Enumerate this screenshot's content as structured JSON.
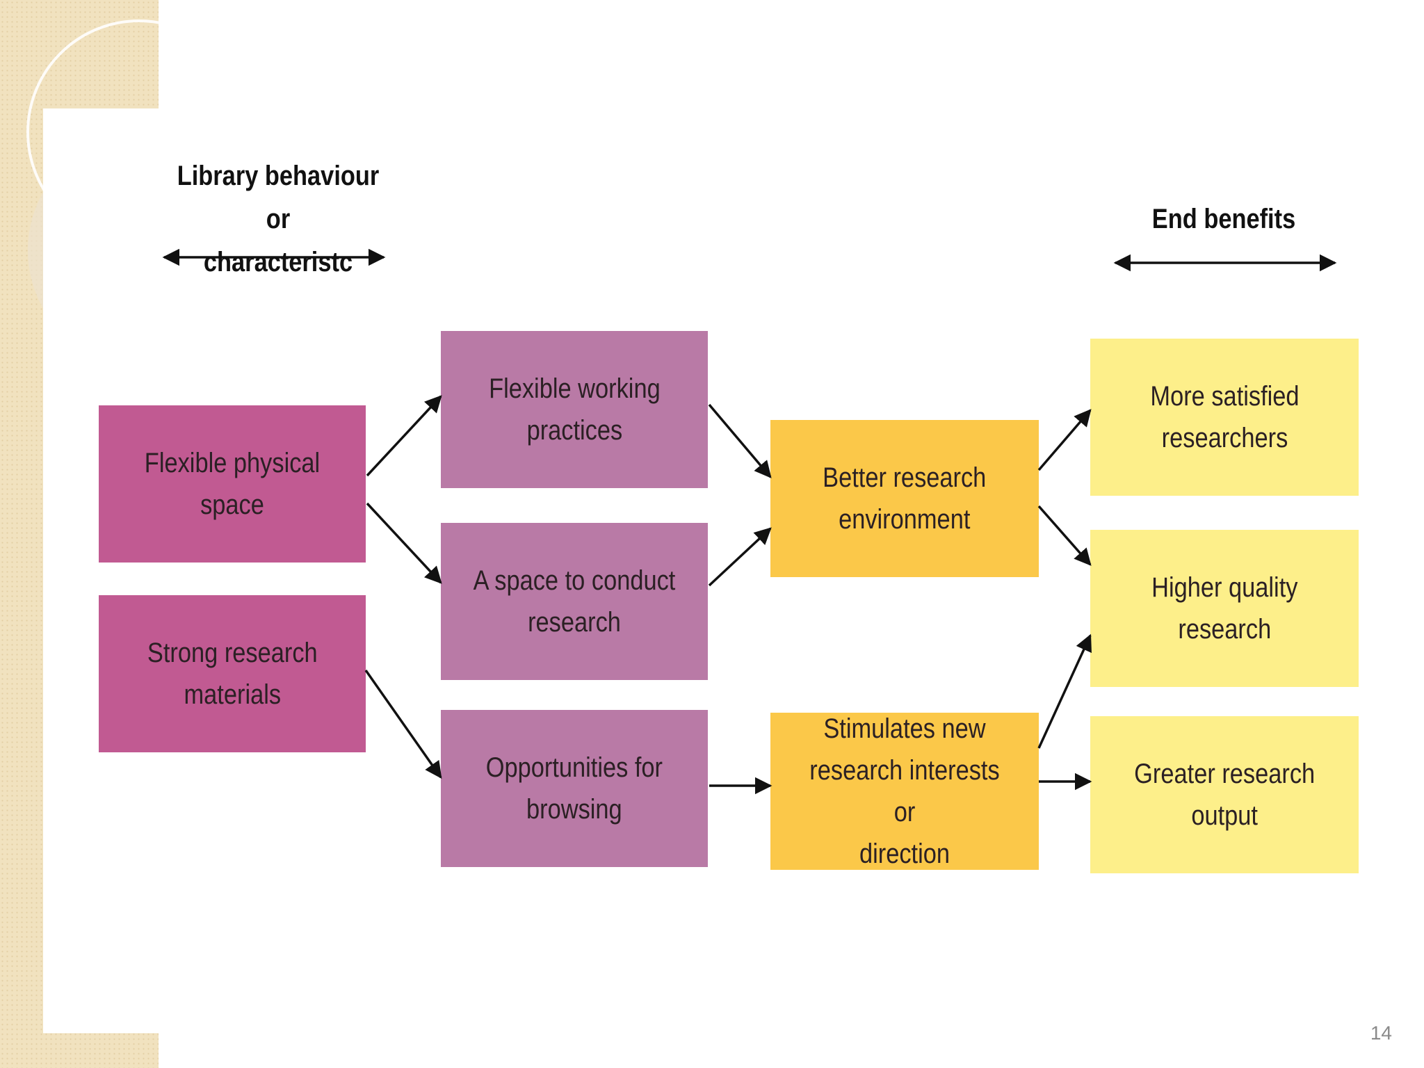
{
  "headers": {
    "left": [
      "Library behaviour or",
      "characteristc"
    ],
    "right": "End benefits"
  },
  "boxes": {
    "flexible_physical_space": "Flexible physical space",
    "strong_research_materials": [
      "Strong research",
      "materials"
    ],
    "flexible_working_practices": [
      "Flexible working",
      "practices"
    ],
    "space_to_conduct_research": [
      "A space to conduct",
      "research"
    ],
    "opportunities_for_browsing": [
      "Opportunities for",
      "browsing"
    ],
    "better_research_environment": [
      "Better research",
      "environment"
    ],
    "stimulates_new_research": [
      "Stimulates new",
      "research interests or",
      "direction"
    ],
    "more_satisfied_researchers": [
      "More satisfied",
      "researchers"
    ],
    "higher_quality_research": [
      "Higher quality",
      "research"
    ],
    "greater_research_output": [
      "Greater research",
      "output"
    ]
  },
  "colors": {
    "magenta": "#c15a92",
    "mauve": "#b97aa6",
    "orange": "#fbc849",
    "yellow": "#fdef8a"
  },
  "page_number": "14"
}
